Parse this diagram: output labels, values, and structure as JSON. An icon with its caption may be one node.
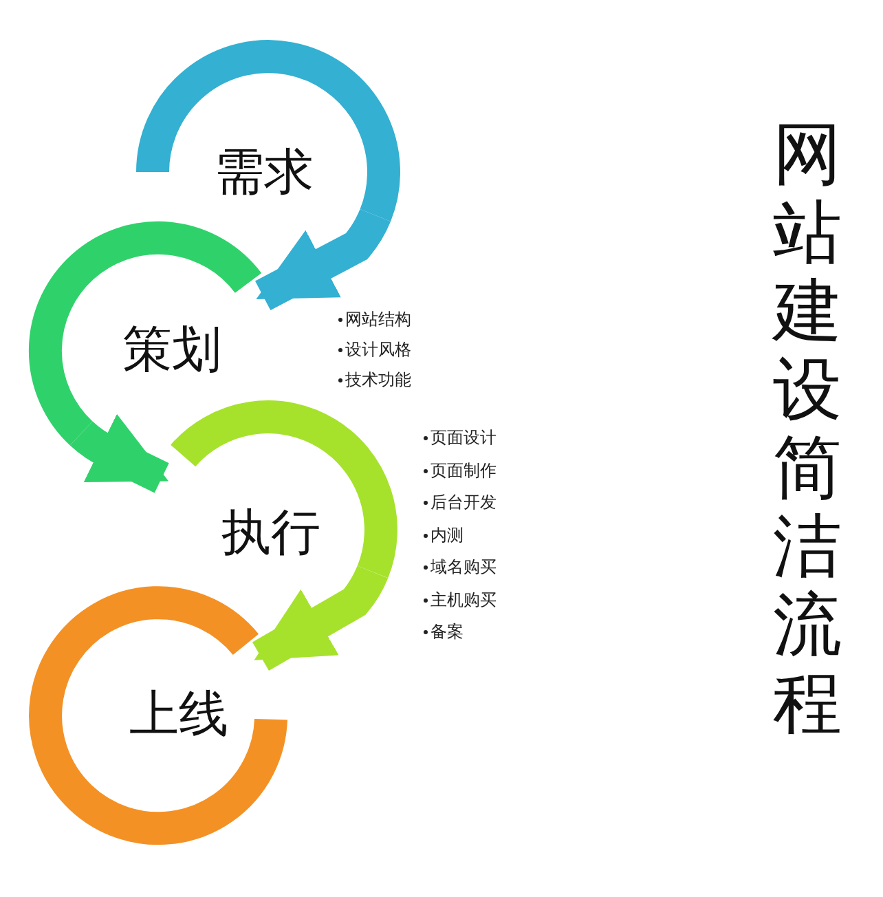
{
  "diagram": {
    "title": "网站建设简洁流程",
    "nodes": [
      {
        "text": [
          "需求"
        ]
      },
      {
        "text": [
          "策划"
        ],
        "beside": [
          "网站结构",
          "设计风格",
          "技术功能"
        ]
      },
      {
        "text": [
          "执行"
        ],
        "beside": [
          "页面设计",
          "页面制作",
          "后台开发",
          "内测",
          "域名购买",
          "主机购买",
          "备案"
        ]
      },
      {
        "text": [
          "上线"
        ]
      }
    ],
    "edges": [
      {
        "from": 0,
        "to": 1,
        "arrow": "to",
        "color": "#33b0d2"
      },
      {
        "from": 1,
        "to": 2,
        "arrow": "to",
        "color": "#2fd26a"
      },
      {
        "from": 2,
        "to": 3,
        "arrow": "to",
        "color": "#a6e22c"
      }
    ]
  }
}
